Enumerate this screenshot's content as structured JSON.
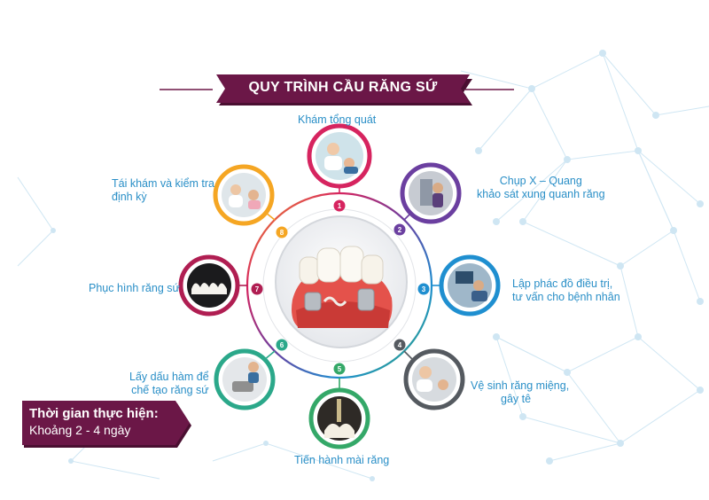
{
  "title": "QUY TRÌNH CẦU RĂNG SỨ",
  "steps": [
    {
      "number": "1",
      "label_line1": "Khám tổng quát",
      "label_line2": ""
    },
    {
      "number": "2",
      "label_line1": "Chụp X – Quang",
      "label_line2": "khảo sát xung quanh răng"
    },
    {
      "number": "3",
      "label_line1": "Lập phác đồ điều trị,",
      "label_line2": "tư vấn cho bệnh nhân"
    },
    {
      "number": "4",
      "label_line1": "Vệ sinh răng miệng,",
      "label_line2": "gây tê"
    },
    {
      "number": "5",
      "label_line1": "Tiến hành mài răng",
      "label_line2": ""
    },
    {
      "number": "6",
      "label_line1": "Lấy dấu hàm để",
      "label_line2": "chế tạo răng sứ"
    },
    {
      "number": "7",
      "label_line1": "Phục hình răng sứ",
      "label_line2": ""
    },
    {
      "number": "8",
      "label_line1": "Tái khám và kiểm tra",
      "label_line2": "định kỳ"
    }
  ],
  "time_box": {
    "heading": "Thời gian thực hiện:",
    "value": "Khoảng 2 - 4 ngày"
  },
  "colors": {
    "ribbon": "#6b1747",
    "label_text": "#2a8fc7",
    "step_colors": [
      "#d6245f",
      "#6b3fa0",
      "#1f8fd0",
      "#555a60",
      "#34a868",
      "#2ba88a",
      "#b01e52",
      "#f5a623"
    ]
  },
  "icons": {
    "center": "dental-bridge-illustration",
    "step_images": [
      "dentist-exam-photo",
      "xray-photo",
      "consultation-photo",
      "cleaning-photo",
      "grinding-photo",
      "impression-photo",
      "porcelain-crown-photo",
      "checkup-photo"
    ]
  }
}
